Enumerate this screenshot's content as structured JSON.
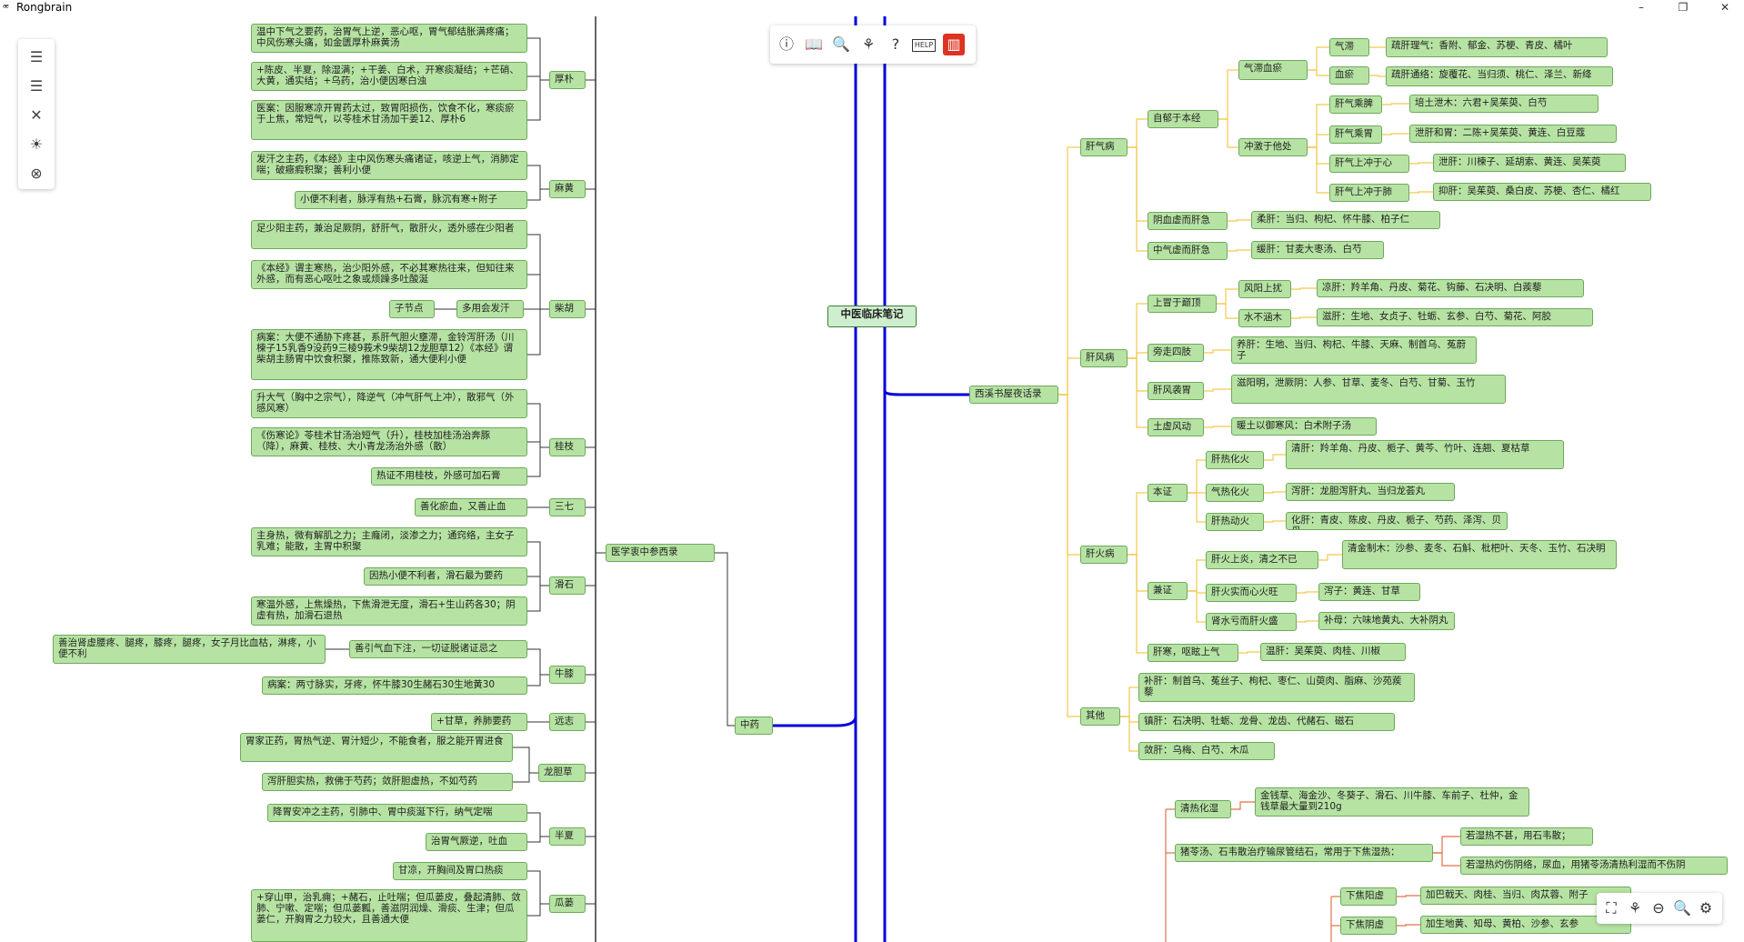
{
  "window": {
    "title": "Rongbrain",
    "min_label": "–",
    "max_label": "❐",
    "close_label": "✕"
  },
  "top_toolbar": [
    {
      "icon": "info-icon",
      "glyph": "ⓘ"
    },
    {
      "icon": "book-icon",
      "glyph": "📖"
    },
    {
      "icon": "search-icon",
      "glyph": "🔍"
    },
    {
      "icon": "puzzle-icon",
      "glyph": "⚘"
    },
    {
      "icon": "question-icon",
      "glyph": "?"
    },
    {
      "icon": "help-icon",
      "glyph": "HELP"
    },
    {
      "icon": "chart-icon",
      "glyph": "▥"
    }
  ],
  "left_toolbar": [
    {
      "icon": "align-left-icon",
      "glyph": "☰"
    },
    {
      "icon": "align-right-icon",
      "glyph": "☰"
    },
    {
      "icon": "dna-icon",
      "glyph": "✕"
    },
    {
      "icon": "sun-icon",
      "glyph": "☀"
    },
    {
      "icon": "close-circle-icon",
      "glyph": "⊗"
    }
  ],
  "bottom_toolbar": [
    {
      "icon": "fit-screen-icon",
      "glyph": "⛶"
    },
    {
      "icon": "herb-icon",
      "glyph": "⚘"
    },
    {
      "icon": "zoom-out-icon",
      "glyph": "⊖"
    },
    {
      "icon": "zoom-in-icon",
      "glyph": "🔍"
    },
    {
      "icon": "settings-icon",
      "glyph": "⚙"
    }
  ],
  "mindmap": {
    "root": "中医临床笔记",
    "right_branch_1": "西溪书屋夜话录",
    "left_branch_1": "医学衷中参西录",
    "left_branch_2": "中药",
    "nodes": {
      "n_gqb": "肝气病",
      "n_yybeng": "自郁于本经",
      "n_qzxy": "气滞血瘀",
      "n_qz": "气滞",
      "n_qz_t": "疏肝理气：香附、郁金、苏梗、青皮、橘叶",
      "n_xy": "血瘀",
      "n_xy_t": "疏肝通络：旋覆花、当归须、桃仁、泽兰、新绛",
      "n_crtj": "冲激于他处",
      "n_gqcp": "肝气乘脾",
      "n_gqcp_t": "培土泄木：六君+吴茱萸、白芍",
      "n_gqcw": "肝气乘胃",
      "n_gqcw_t": "泄肝和胃：二陈+吴茱萸、黄连、白豆蔻",
      "n_gqsx": "肝气上冲于心",
      "n_gqsx_t": "泄肝：川楝子、延胡索、黄连、吴茱萸",
      "n_gqsf": "肝气上冲于肺",
      "n_gqsf_t": "抑肝：吴茱萸、桑白皮、苏梗、杏仁、橘红",
      "n_yxgj": "阴血虚而肝急",
      "n_yxgj_t": "柔肝：当归、枸杞、怀牛膝、柏子仁",
      "n_zqgj": "中气虚而肝急",
      "n_zqgj_t": "缓肝：甘麦大枣汤、白芍",
      "n_gfb": "肝风病",
      "n_smdd": "上冒于巅顶",
      "n_fysr": "风阳上扰",
      "n_fysr_t": "凉肝：羚羊角、丹皮、菊花、钩藤、石决明、白蒺藜",
      "n_bhm": "水不涵木",
      "n_bhm_t": "滋肝：生地、女贞子、牡蛎、玄参、白芍、菊花、阿胶",
      "n_pzsz": "旁走四肢",
      "n_pzsz_t": "养肝：生地、当归、枸杞、牛膝、天麻、制首乌、菟蔚子",
      "n_gfbs": "肝风袭胃",
      "n_gfbs_t": "滋阳明，泄厥阴：人参、甘草、麦冬、白芍、甘菊、玉竹",
      "n_txfd": "土虚风动",
      "n_txfd_t": "暖土以御寒风：白术附子汤",
      "n_ghb": "肝火病",
      "n_bz": "本证",
      "n_grhh": "肝热化火",
      "n_grhh_t": "清肝：羚羊角、丹皮、栀子、黄芩、竹叶、连翘、夏枯草",
      "n_qrhh": "气热化火",
      "n_qrhh_t": "泻肝：龙胆泻肝丸、当归龙荟丸",
      "n_grdh": "肝热动火",
      "n_grdh_t": "化肝：青皮、陈皮、丹皮、栀子、芍药、泽泻、贝母",
      "n_jz": "兼证",
      "n_ghsy": "肝火上炎，清之不已",
      "n_ghsy_t": "清金制木：沙参、麦冬、石斛、枇杷叶、天冬、玉竹、石决明",
      "n_ghsx": "肝火实而心火旺",
      "n_ghsx_t": "泻子：黄连、甘草",
      "n_skxg": "肾水亏而肝火盛",
      "n_skxg_t": "补母：六味地黄丸、大补阴丸",
      "n_ghot": "肝寒，呕眩上气",
      "n_ghot_t": "温肝：吴茱萸、肉桂、川椒",
      "n_qt": "其他",
      "n_bg": "补肝：制首乌、菟丝子、枸杞、枣仁、山萸肉、脂麻、沙苑蒺藜",
      "n_zg": "镇肝：石决明、牡蛎、龙骨、龙齿、代赭石、磁石",
      "n_lg": "敛肝：乌梅、白芍、木瓜",
      "n_qrhs": "清热化湿",
      "n_qrhs_t": "金钱草、海金沙、冬葵子、滑石、川牛膝、车前子、杜仲，金钱草最大量到210g",
      "n_zly": "猪苓汤、石韦散治疗输尿管结石，常用于下焦湿热：",
      "n_zly_a": "若湿热不甚，用石韦散；",
      "n_zly_b": "若湿热灼伤阴络，尿血，用猪苓汤清热利湿而不伤阴",
      "n_xjyx": "下焦阳虚",
      "n_xjyx_t": "加巴戟天、肉桂、当归、肉苁蓉、附子",
      "n_xjyx2": "下焦阴虚",
      "n_xjyx2_t": "加生地黄、知母、黄柏、沙参、玄参",
      "l_hp": "厚朴",
      "l_hp1": "温中下气之要药，治胃气上逆，恶心呕，胃气郁结胀满疼痛；中风伤寒头痛，如金匮厚朴麻黄汤",
      "l_hp2": "+陈皮、半夏，除湿满；+干姜、白术，开寒痰凝结；+芒硝、大黄，通实结；+乌药，治小便因寒白浊",
      "l_hp3": "医案：因服寒凉开胃药太过，致胃阳损伤，饮食不化，寒痰瘀于上焦，常短气，以苓桂术甘汤加干姜12、厚朴6",
      "l_mh": "麻黄",
      "l_mh1": "发汗之主药，《本经》主中风伤寒头痛诸证，咳逆上气，消肺定喘；破癥瘕积聚；善利小便",
      "l_mh2": "小便不利者，脉浮有热+石膏，脉沉有寒+附子",
      "l_ch": "柴胡",
      "l_ch1": "足少阳主药，兼治足厥阴，舒肝气，散肝火，透外感在少阳者",
      "l_ch2": "《本经》谓主寒热，治少阳外感，不必其寒热往来，但知往来外感，而有恶心呕吐之象或烦躁多吐酸涎",
      "l_ch3a": "多用会发汗",
      "l_ch3b": "子节点",
      "l_ch4": "病案：大便不通胁下疼甚，系肝气胆火壅滞，金铃泻肝汤（川楝子15乳香9没药9三棱9莪术9柴胡12龙胆草12）《本经》谓柴胡主肠胃中饮食积聚，推陈致新，通大便利小便",
      "l_gz": "桂枝",
      "l_gz1": "升大气（胸中之宗气），降逆气（冲气肝气上冲），散邪气（外感风寒）",
      "l_gz2": "《伤寒论》苓桂术甘汤治短气（升），桂枝加桂汤治奔豚（降），麻黄、桂枝、大小青龙汤治外感（散）",
      "l_gz3": "热证不用桂枝，外感可加石膏",
      "l_sq": "三七",
      "l_sq1": "善化瘀血，又善止血",
      "l_hs": "滑石",
      "l_hs1": "主身热，微有解肌之力；主癃闭，淡渗之力；通窍络，主女子乳难；能散，主胃中积聚",
      "l_hs2": "因热小便不利者，滑石最为要药",
      "l_hs3": "寒温外感，上焦燥热，下焦滑泄无度，滑石+生山药各30；阴虚有热，加滑石退热",
      "l_nx": "牛膝",
      "l_nx1": "善引气血下注，一切证脱诸证忌之",
      "l_nx1a": "善治肾虚腰疼、腿疼，膝疼，腿疼，女子月比血枯，淋疼，小便不利",
      "l_nx2": "病案：两寸脉实，牙疼，怀牛膝30生赭石30生地黄30",
      "l_yz": "远志",
      "l_yz1": "+甘草，养肺要药",
      "l_ldc": "龙胆草",
      "l_ldc1": "胃家正药，胃热气逆、胃汁短少，不能食者，服之能开胃进食",
      "l_ldc2": "泻肝胆实热，救佛于芍药；敛肝胆虚热，不如芍药",
      "l_bx": "半夏",
      "l_bx1": "降胃安冲之主药，引肺中、胃中痰涎下行，纳气定喘",
      "l_bx2": "治胃气厥逆，吐血",
      "l_gl": "瓜蒌",
      "l_gl1": "甘凉，开胸间及胃口热痰",
      "l_gl2": "+穿山甲，治乳痈；+赭石，止吐喘；但瓜蒌皮，叠起清肺、敛肺、宁嗽、定喘；但瓜蒌瓤，善滋阴润燥、滑痰、生津；但瓜蒌仁，开胸胃之力较大，且善通大便"
    }
  },
  "colors": {
    "node_fill": "#b6e3a3",
    "node_border": "#6fa85b",
    "main_line": "#0000dd",
    "branch_line": "#f2c94c",
    "left_line": "#333333",
    "red_line": "#e0704a"
  }
}
